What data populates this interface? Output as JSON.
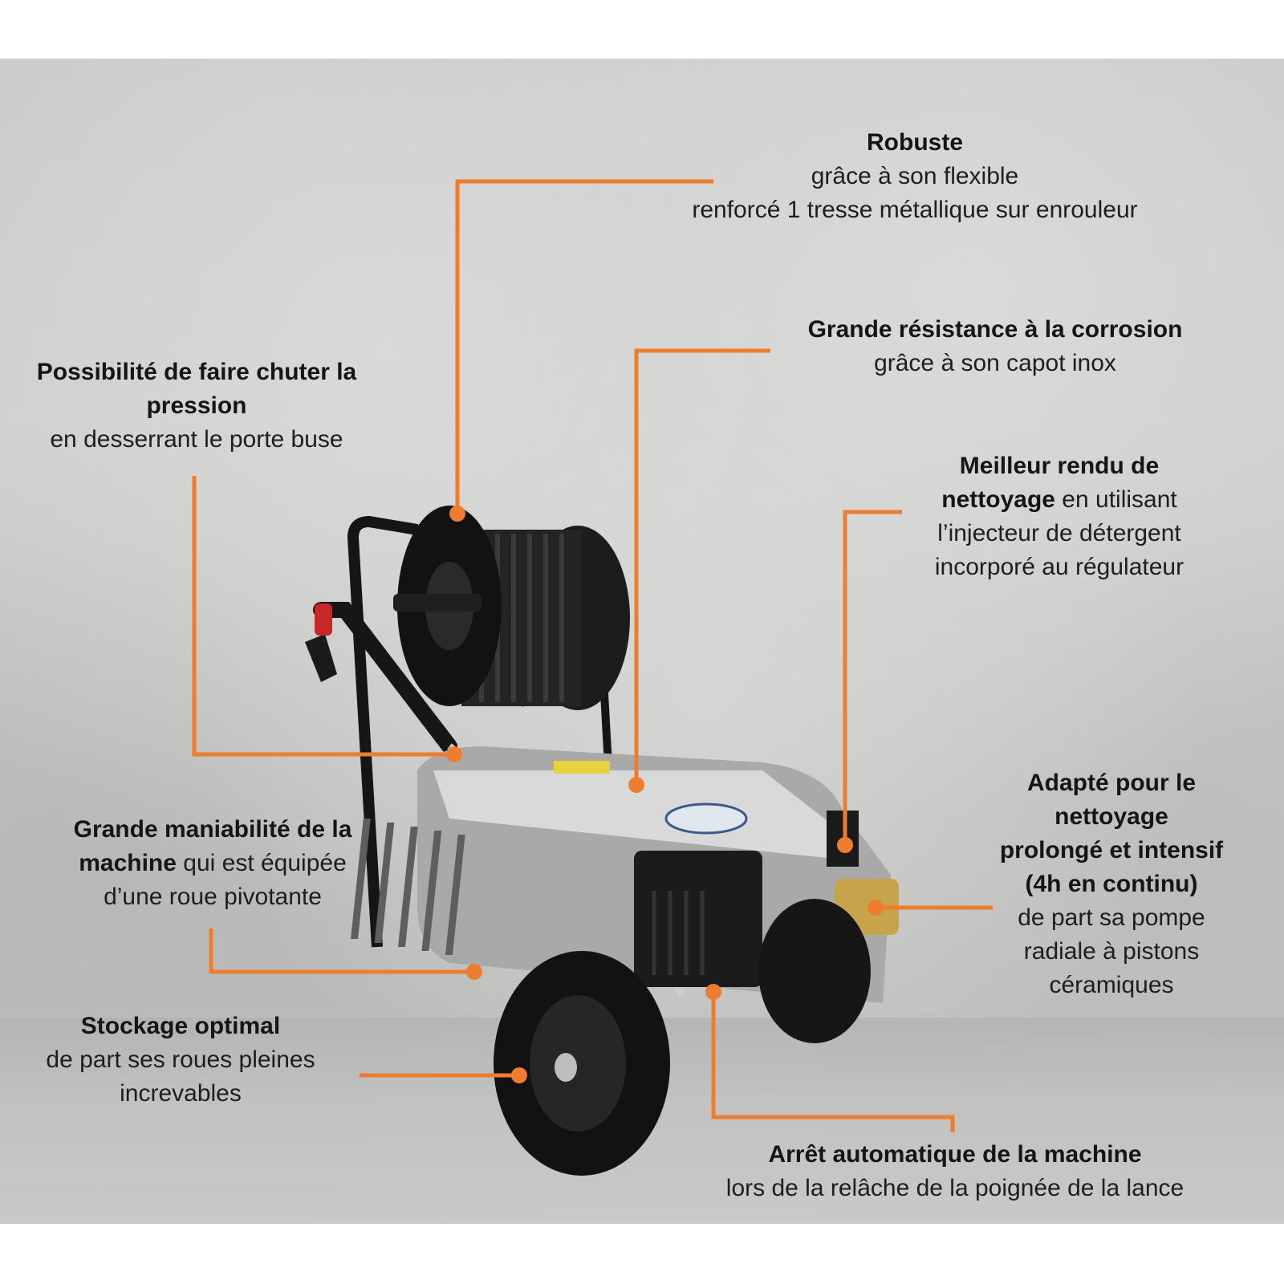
{
  "callouts": {
    "robuste": {
      "title": "Robuste",
      "line1": "grâce à son flexible",
      "line2": "renforcé 1 tresse métallique sur enrouleur"
    },
    "corrosion": {
      "title": "Grande résistance à la corrosion",
      "line1": "grâce à son capot inox"
    },
    "pression": {
      "title_line1": "Possibilité de faire chuter la",
      "title_line2": "pression",
      "line1": "en desserrant le porte buse"
    },
    "nettoyage": {
      "title_line1": "Meilleur rendu de",
      "title_line2": "nettoyage",
      "line_tail": " en utilisant",
      "line2": "l’injecteur de détergent",
      "line3": "incorporé au régulateur"
    },
    "maniabilite": {
      "title_line1": "Grande maniabilité de la",
      "title_line2": "machine",
      "line_tail": " qui est équipée",
      "line2": "d’une roue pivotante"
    },
    "intensif": {
      "title_line1": "Adapté pour le",
      "title_line2": "nettoyage",
      "title_line3": "prolongé et intensif",
      "title_line4": "(4h en continu)",
      "line1": "de part sa pompe",
      "line2": "radiale à pistons",
      "line3": "céramiques"
    },
    "stockage": {
      "title": "Stockage optimal",
      "line1": "de part ses roues pleines",
      "line2": "increvables"
    },
    "arret": {
      "title": "Arrêt automatique de la machine",
      "line1": "lors de la relâche de la poignée de la lance"
    }
  },
  "colors": {
    "accent": "#ee7d2f",
    "text": "#1e1e1e",
    "machine_dark": "#1a1a1a",
    "steel": "#b9b9b9"
  },
  "icons": {
    "connector_dot": "orange-dot",
    "product": "pressure-washer"
  }
}
